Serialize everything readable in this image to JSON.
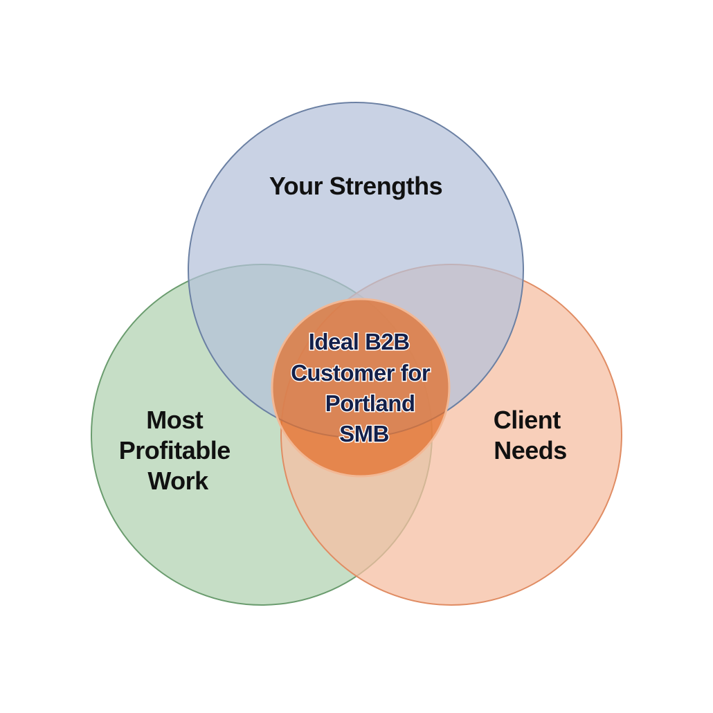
{
  "diagram": {
    "type": "venn",
    "colors": {
      "strengths_fill": "#b4c1d9",
      "strengths_stroke": "#6b80a3",
      "profitable_fill": "#bcd8bc",
      "profitable_stroke": "#6a9c6e",
      "needs_fill": "#f6bfa3",
      "needs_stroke": "#e08c63",
      "center_fill": "#e36d28",
      "center_stroke": "#f2b895",
      "center_text": "#14204a"
    },
    "sets": [
      {
        "key": "strengths",
        "label_lines": [
          "Your Strengths"
        ]
      },
      {
        "key": "profitable",
        "label_lines": [
          "Most",
          "Profitable",
          "Work"
        ]
      },
      {
        "key": "needs",
        "label_lines": [
          "Client",
          "Needs"
        ]
      }
    ],
    "center": {
      "label_lines": [
        "Ideal B2B",
        "Customer for",
        "Portland",
        "SMB"
      ]
    }
  }
}
